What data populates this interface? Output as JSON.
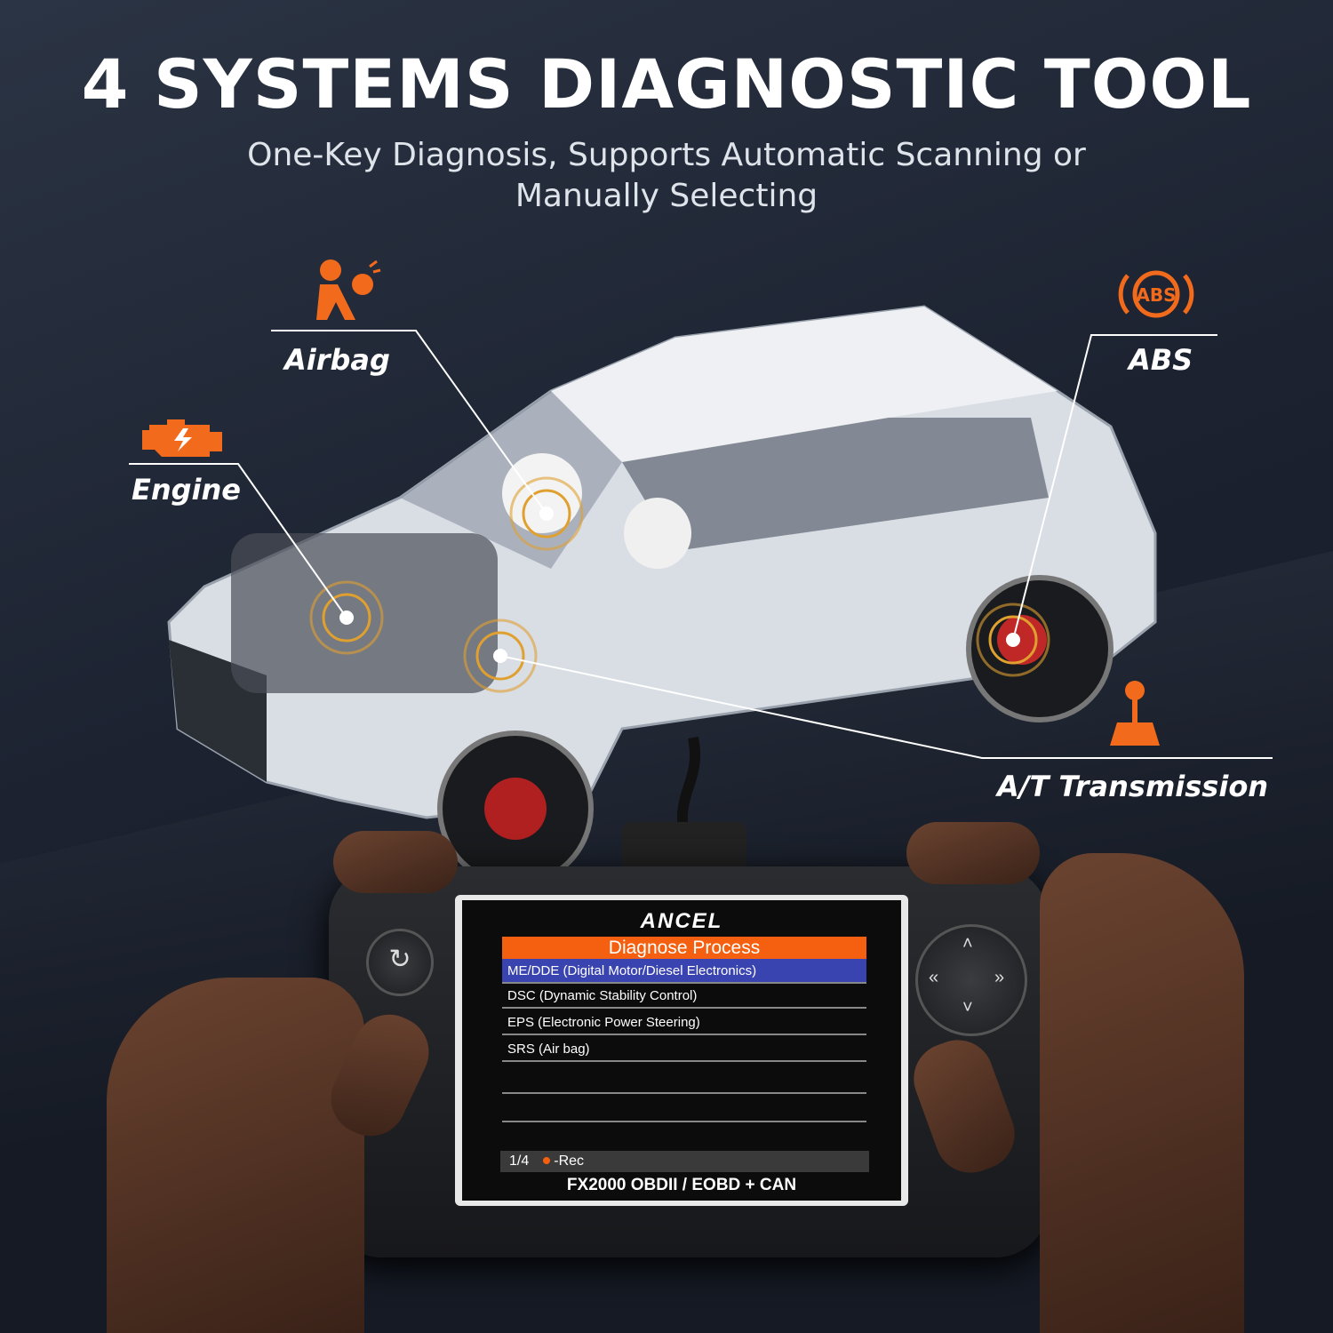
{
  "header": {
    "title": "4 SYSTEMS DIAGNOSTIC TOOL",
    "subtitle_line1": "One-Key Diagnosis, Supports Automatic Scanning or",
    "subtitle_line2": "Manually Selecting"
  },
  "callouts": [
    {
      "label": "Airbag",
      "icon": "airbag-icon"
    },
    {
      "label": "Engine",
      "icon": "engine-icon"
    },
    {
      "label": "ABS",
      "icon": "abs-icon"
    },
    {
      "label": "A/T Transmission",
      "icon": "gear-shift-icon"
    }
  ],
  "colors": {
    "accent": "#f26a1b",
    "screen_header": "#f4600f",
    "screen_selected": "#3a44b0",
    "background": "#1c2230"
  },
  "device": {
    "brand": "ANCEL",
    "screen": {
      "header": "Diagnose Process",
      "items": [
        {
          "label": "ME/DDE (Digital Motor/Diesel Electronics)",
          "selected": true
        },
        {
          "label": "DSC (Dynamic Stability Control)",
          "selected": false
        },
        {
          "label": "EPS (Electronic Power Steering)",
          "selected": false
        },
        {
          "label": "SRS (Air bag)",
          "selected": false
        }
      ],
      "page": "1/4",
      "rec_label": "-Rec"
    },
    "model": "FX2000 OBDII / EOBD + CAN"
  }
}
